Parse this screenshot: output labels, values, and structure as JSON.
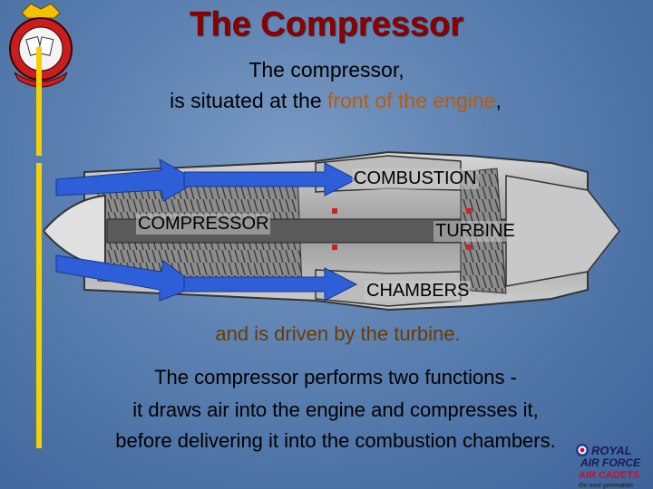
{
  "slide": {
    "title": "The Compressor",
    "intro_1": "The compressor,",
    "intro_2_prefix": "is situated at the ",
    "intro_2_highlight": "front of the engine",
    "intro_2_suffix": ",",
    "driven": "and is driven by the turbine.",
    "functions_1": "The compressor performs two functions -",
    "functions_2": "it draws air into the engine and compresses it,",
    "functions_3": "before delivering it into the combustion chambers."
  },
  "diagram": {
    "label_combustion": "COMBUSTION",
    "label_compressor": "COMPRESSOR",
    "label_turbine": "TURBINE",
    "label_chambers": "CHAMBERS"
  },
  "logo": {
    "line1": "ROYAL",
    "line2": "AIR FORCE",
    "line3": "AIR CADETS",
    "line4": "the next generation"
  },
  "colors": {
    "title": "#8b0000",
    "accent": "#f5d000",
    "highlight": "#c05a00",
    "arrow": "#2f5fd8"
  }
}
